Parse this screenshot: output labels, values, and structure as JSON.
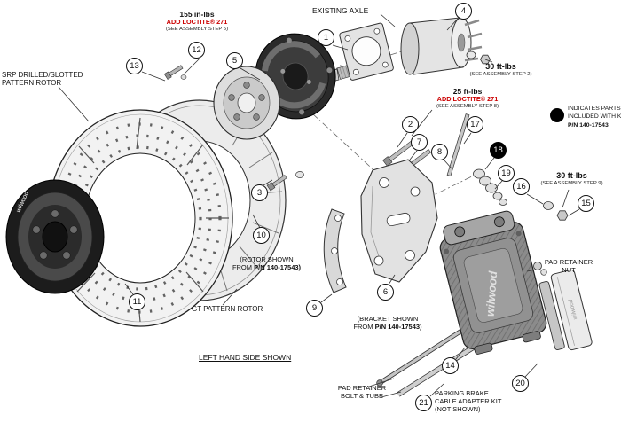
{
  "brand": "wilwood",
  "colors": {
    "loctite_red": "#cc0000",
    "ink": "#111111"
  },
  "labels": {
    "torque_155": {
      "value": "155 in-lbs",
      "loctite": "ADD LOCTITE® 271",
      "step": "(SEE ASSEMBLY STEP 5)"
    },
    "existing_axle": "EXISTING AXLE",
    "torque_30_step2": {
      "value": "30 ft-lbs",
      "step": "(SEE ASSEMBLY STEP 2)"
    },
    "torque_25": {
      "value": "25 ft-lbs",
      "loctite": "ADD LOCTITE® 271",
      "step": "(SEE ASSEMBLY STEP 8)"
    },
    "kit_legend": {
      "line1": "INDICATES PARTS",
      "line2": "INCLUDED WITH KIT",
      "line3": "P/N 140-17543"
    },
    "torque_30_step9": {
      "value": "30 ft-lbs",
      "step": "(SEE ASSEMBLY STEP 9)"
    },
    "srp_rotor_line1": "SRP DRILLED/SLOTTED",
    "srp_rotor_line2": "PATTERN ROTOR",
    "pad_retainer_nut_line1": "PAD RETAINER",
    "pad_retainer_nut_line2": "NUT",
    "rotor_shown_line1": "(ROTOR SHOWN",
    "rotor_shown_line2_prefix": "FROM ",
    "rotor_shown_line2_pn": "P/N 140-17543)",
    "gt_rotor": "GT PATTERN ROTOR",
    "bracket_shown_line1": "(BRACKET SHOWN",
    "bracket_shown_line2_prefix": "FROM ",
    "bracket_shown_line2_pn": "P/N 140-17543)",
    "left_hand_side": "LEFT HAND SIDE SHOWN",
    "pad_retainer_bolt_line1": "PAD RETAINER",
    "pad_retainer_bolt_line2": "BOLT & TUBE",
    "parking_brake_line1": "PARKING BRAKE",
    "parking_brake_line2": "CABLE ADAPTER KIT",
    "parking_brake_line3": "(NOT SHOWN)"
  },
  "callouts": {
    "c1": "1",
    "c2": "2",
    "c3": "3",
    "c4": "4",
    "c5": "5",
    "c6": "6",
    "c7": "7",
    "c8": "8",
    "c9": "9",
    "c10": "10",
    "c11": "11",
    "c12": "12",
    "c13": "13",
    "c14": "14",
    "c15": "15",
    "c16": "16",
    "c17": "17",
    "c18": "18",
    "c19": "19",
    "c20": "20",
    "c21": "21"
  }
}
